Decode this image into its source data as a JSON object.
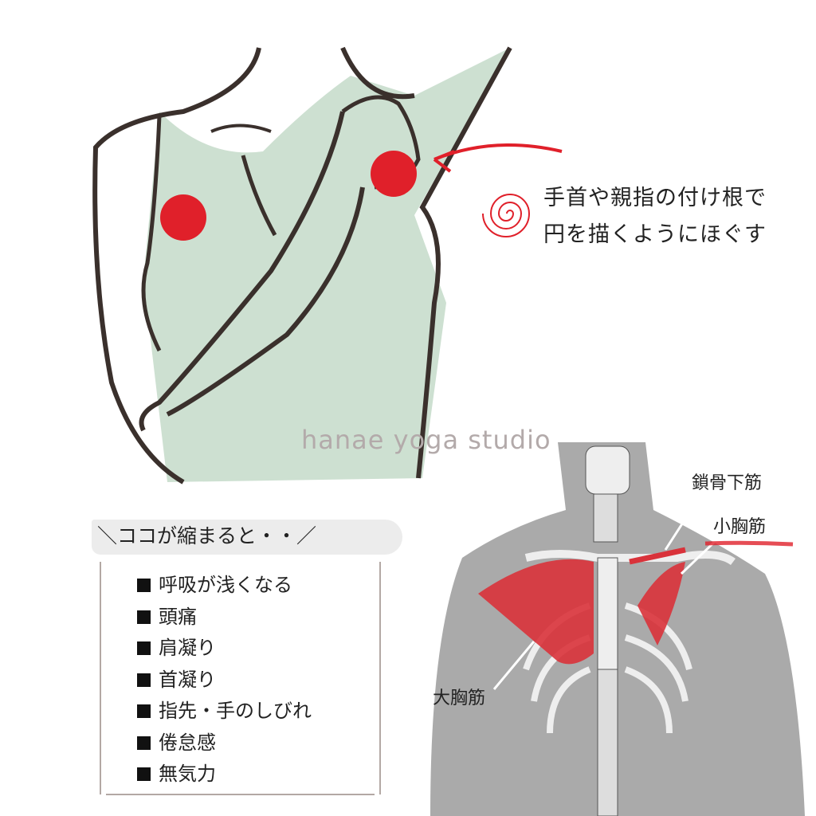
{
  "instruction": {
    "line1": "手首や親指の付け根で",
    "line2": "円を描くようにほぐす",
    "icon": "spiral-icon"
  },
  "watermark": "hanae yoga studio",
  "symptoms": {
    "heading": "＼ココが縮まると・・／",
    "items": [
      "呼吸が浅くなる",
      "頭痛",
      "肩凝り",
      "首凝り",
      "指先・手のしびれ",
      "倦怠感",
      "無気力"
    ]
  },
  "anatomy": {
    "labels": {
      "subclavius": "鎖骨下筋",
      "pectoralis_minor": "小胸筋",
      "pectoralis_major": "大胸筋"
    }
  },
  "colors": {
    "accent_red": "#e0202a",
    "tank_top_green": "#b9d3c0",
    "line": "#3a302c"
  }
}
